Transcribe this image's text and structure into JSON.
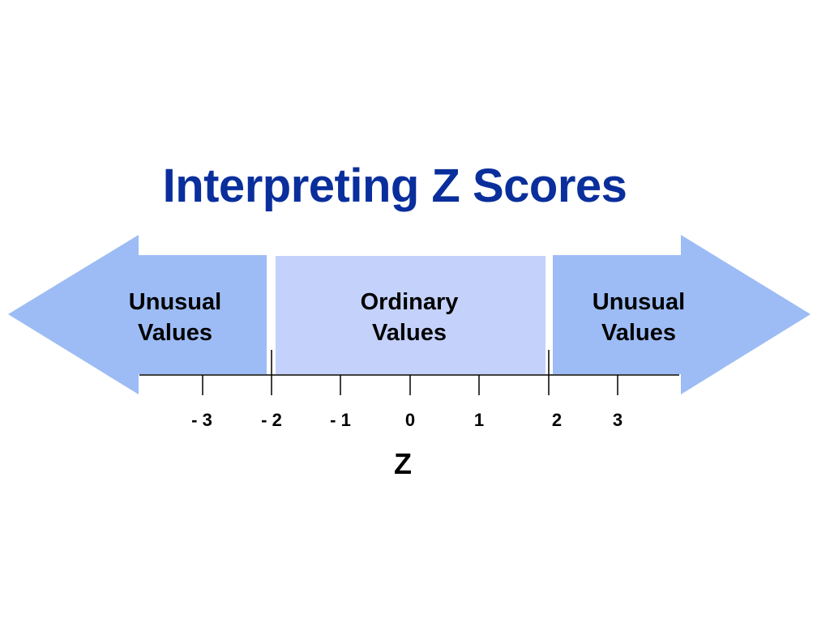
{
  "title": "Interpreting Z Scores",
  "regions": {
    "left": {
      "line1": "Unusual",
      "line2": "Values"
    },
    "middle": {
      "line1": "Ordinary",
      "line2": "Values"
    },
    "right": {
      "line1": "Unusual",
      "line2": "Values"
    }
  },
  "ticks": [
    "- 3",
    "- 2",
    "- 1",
    "0",
    "1",
    "2",
    "3"
  ],
  "axis_label": "Z",
  "colors": {
    "title": "#0a2f9c",
    "unusual_fill": "#9dbcf5",
    "ordinary_fill": "#c4d1fb",
    "text": "#000000"
  }
}
